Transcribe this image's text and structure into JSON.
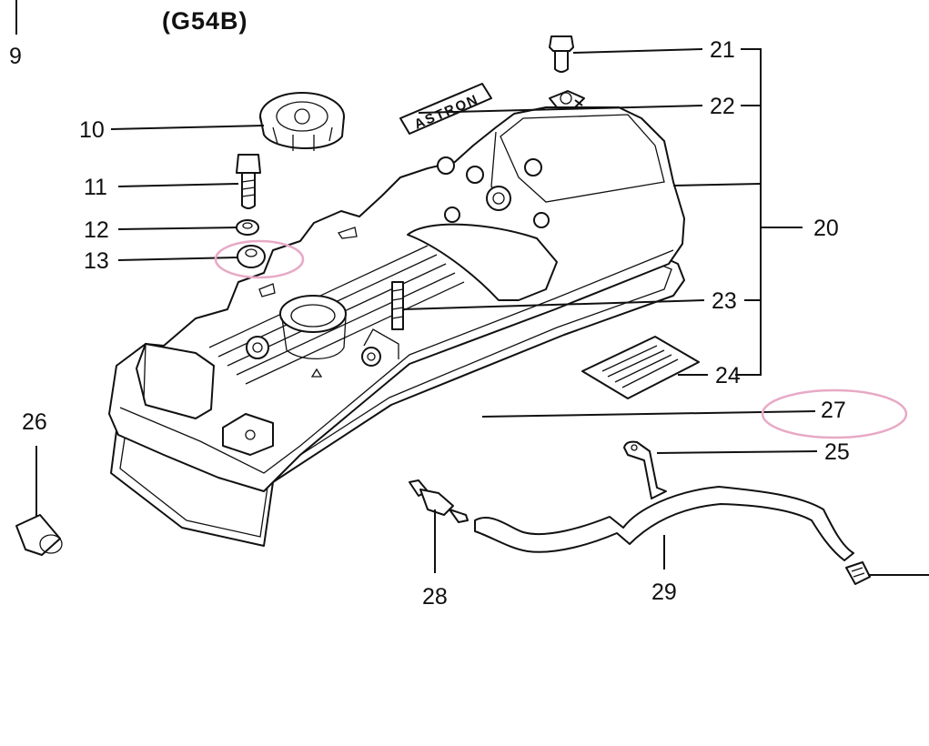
{
  "diagram": {
    "title": "(G54B)",
    "page_ref": "9",
    "emblem_text": "ASTRON",
    "colors": {
      "ink": "#111111",
      "highlight": "#e8a9c6",
      "paper": "#ffffff"
    },
    "callouts": {
      "c9": "9",
      "c10": "10",
      "c11": "11",
      "c12": "12",
      "c13": "13",
      "c20": "20",
      "c21": "21",
      "c22": "22",
      "c23": "23",
      "c24": "24",
      "c25": "25",
      "c26": "26",
      "c27": "27",
      "c28": "28",
      "c29": "29"
    },
    "highlighted_parts": [
      "13",
      "27"
    ]
  }
}
